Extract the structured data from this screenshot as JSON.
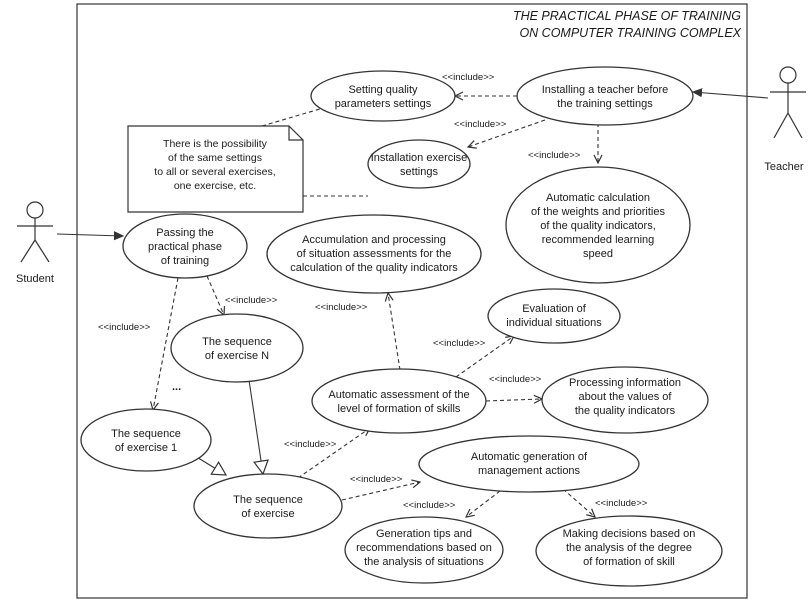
{
  "system": {
    "title_lines": [
      "THE PRACTICAL PHASE OF TRAINING",
      "ON COMPUTER TRAINING COMPLEX"
    ]
  },
  "actors": {
    "student": "Student",
    "teacher": "Teacher"
  },
  "use_cases": {
    "setting_quality": [
      "Setting quality",
      "parameters settings"
    ],
    "installing_teacher": [
      "Installing a teacher before",
      "the training settings"
    ],
    "installation_exercise": [
      "Installation exercise",
      "settings"
    ],
    "automatic_calculation": [
      "Automatic calculation",
      "of the weights and priorities",
      "of the quality indicators,",
      "recommended learning",
      "speed"
    ],
    "passing_practical": [
      "Passing the",
      "practical phase",
      "of training"
    ],
    "accumulation": [
      "Accumulation and processing",
      "of situation assessments for the",
      "calculation of the quality indicators"
    ],
    "evaluation": [
      "Evaluation of",
      "individual situations"
    ],
    "sequence_n": [
      "The sequence",
      "of exercise N"
    ],
    "automatic_assessment": [
      "Automatic assessment of the",
      "level of formation of skills"
    ],
    "processing_info": [
      "Processing information",
      "about the values of",
      "the quality indicators"
    ],
    "sequence_1": [
      "The sequence",
      "of exercise 1"
    ],
    "automatic_generation": [
      "Automatic generation of",
      "management actions"
    ],
    "sequence": [
      "The sequence",
      "of exercise"
    ],
    "generation_tips": [
      "Generation tips and",
      "recommendations based on",
      "the analysis of situations"
    ],
    "making_decisions": [
      "Making decisions based on",
      "the analysis of the degree",
      "of formation of skill"
    ]
  },
  "note": {
    "lines": [
      "There is the possibility",
      "of the same settings",
      "to all or several exercises,",
      "one exercise, etc."
    ]
  },
  "relation_labels": {
    "include": "<<include>>"
  },
  "ellipsis": "..."
}
